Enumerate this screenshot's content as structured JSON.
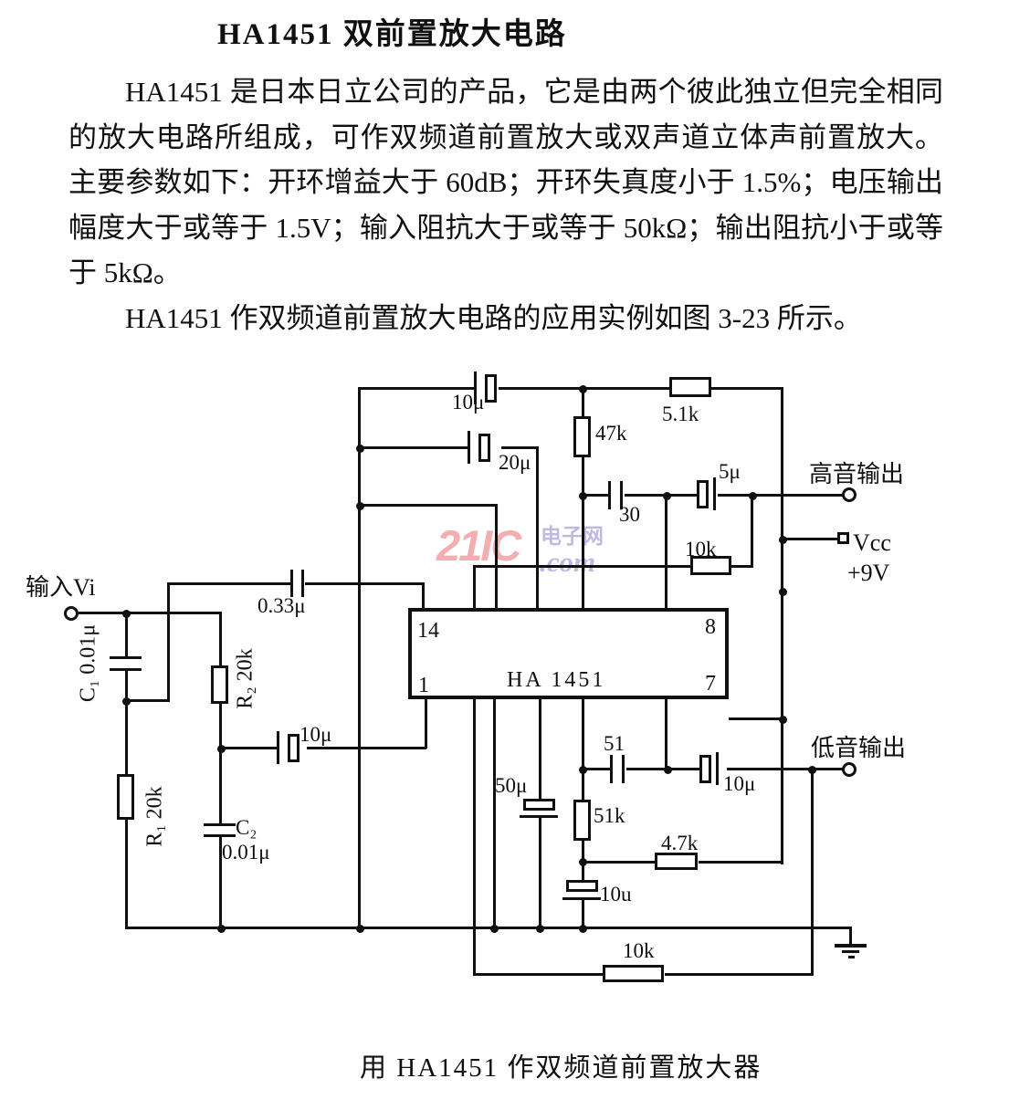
{
  "title": "HA1451 双前置放大电路",
  "paragraphs": [
    "HA1451 是日本日立公司的产品，它是由两个彼此独立但完全相同的放大电路所组成，可作双频道前置放大或双声道立体声前置放大。主要参数如下：开环增益大于 60dB；开环失真度小于 1.5%；电压输出幅度大于或等于 1.5V；输入阻抗大于或等于 50kΩ；输出阻抗小于或等于 5kΩ。",
    "HA1451 作双频道前置放大电路的应用实例如图 3-23 所示。"
  ],
  "caption": "用 HA1451 作双频道前置放大器",
  "watermark": {
    "brand": "21IC",
    "site_name": "电子网",
    "suffix": ".com",
    "brand_color": "#f2a6a9",
    "accent_color": "#b9b2df"
  },
  "circuit": {
    "ic": {
      "name": "HA 1451",
      "pin_top_left": "14",
      "pin_top_right": "8",
      "pin_bottom_left": "1",
      "pin_bottom_right": "7"
    },
    "terminals": {
      "input": "输入Vi",
      "treble_output": "高音输出",
      "vcc": "Vcc",
      "vcc_voltage": "+9V",
      "bass_output": "低音输出"
    },
    "components": {
      "c_top": "10μ",
      "c_20u": "20μ",
      "r_47k": "47k",
      "r_5k1": "5.1k",
      "c_30": "30",
      "c_5u": "5μ",
      "r_10k_treble": "10k",
      "c_033": "0.33μ",
      "c1_label": "C₁ 0.01μ",
      "r2_label": "R₂ 20k",
      "c_10u_in": "10μ",
      "r1_label": "R₁ 20k",
      "c2_name": "C₂",
      "c2_value": "0.01μ",
      "c_50u": "50μ",
      "c_51": "51",
      "c_10u_bass": "10μ",
      "r_51k": "51k",
      "r_4k7": "4.7k",
      "c_10u_gnd": "10u",
      "r_10k_bass": "10k"
    }
  }
}
